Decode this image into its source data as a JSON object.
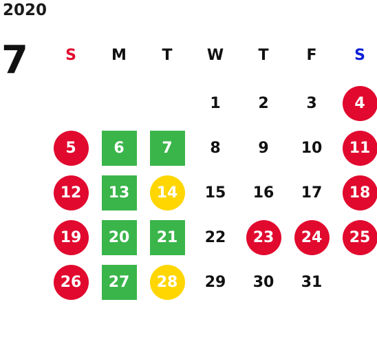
{
  "year": "2020",
  "month": "7",
  "colors": {
    "sunday": "#e1092e",
    "saturday": "#0a1fd6",
    "holiday_red": "#e1092e",
    "green": "#3ab54a",
    "yellow": "#ffd600"
  },
  "weekdays": [
    "S",
    "M",
    "T",
    "W",
    "T",
    "F",
    "S"
  ],
  "weeks": [
    [
      {
        "day": ""
      },
      {
        "day": ""
      },
      {
        "day": ""
      },
      {
        "day": "1",
        "mark": "none"
      },
      {
        "day": "2",
        "mark": "none"
      },
      {
        "day": "3",
        "mark": "none"
      },
      {
        "day": "4",
        "mark": "red"
      }
    ],
    [
      {
        "day": "5",
        "mark": "red"
      },
      {
        "day": "6",
        "mark": "green"
      },
      {
        "day": "7",
        "mark": "green"
      },
      {
        "day": "8",
        "mark": "none"
      },
      {
        "day": "9",
        "mark": "none"
      },
      {
        "day": "10",
        "mark": "none"
      },
      {
        "day": "11",
        "mark": "red"
      }
    ],
    [
      {
        "day": "12",
        "mark": "red"
      },
      {
        "day": "13",
        "mark": "green"
      },
      {
        "day": "14",
        "mark": "yellow"
      },
      {
        "day": "15",
        "mark": "none"
      },
      {
        "day": "16",
        "mark": "none"
      },
      {
        "day": "17",
        "mark": "none"
      },
      {
        "day": "18",
        "mark": "red"
      }
    ],
    [
      {
        "day": "19",
        "mark": "red"
      },
      {
        "day": "20",
        "mark": "green"
      },
      {
        "day": "21",
        "mark": "green"
      },
      {
        "day": "22",
        "mark": "none"
      },
      {
        "day": "23",
        "mark": "red"
      },
      {
        "day": "24",
        "mark": "red"
      },
      {
        "day": "25",
        "mark": "red"
      }
    ],
    [
      {
        "day": "26",
        "mark": "red"
      },
      {
        "day": "27",
        "mark": "green"
      },
      {
        "day": "28",
        "mark": "yellow"
      },
      {
        "day": "29",
        "mark": "none"
      },
      {
        "day": "30",
        "mark": "none"
      },
      {
        "day": "31",
        "mark": "none"
      },
      {
        "day": ""
      }
    ]
  ]
}
